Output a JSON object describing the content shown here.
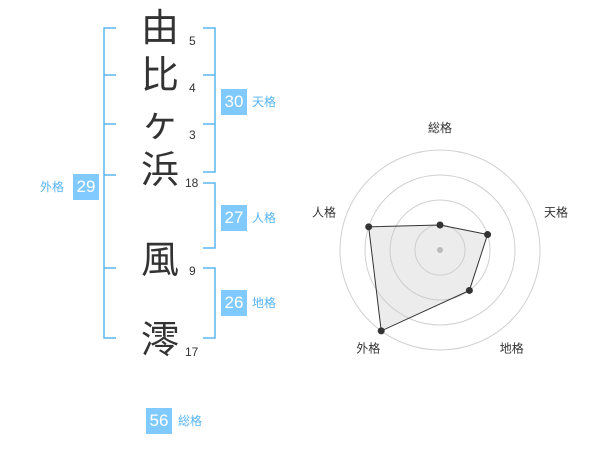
{
  "name": {
    "characters": [
      {
        "char": "由",
        "strokes": "5"
      },
      {
        "char": "比",
        "strokes": "4"
      },
      {
        "char": "ヶ",
        "strokes": "3"
      },
      {
        "char": "浜",
        "strokes": "18"
      },
      {
        "char": "風",
        "strokes": "9"
      },
      {
        "char": "澪",
        "strokes": "17"
      }
    ]
  },
  "fortune": {
    "tenkaku": {
      "value": "30",
      "label": "天格"
    },
    "jinkaku": {
      "value": "27",
      "label": "人格"
    },
    "chikaku": {
      "value": "26",
      "label": "地格"
    },
    "gaikaku": {
      "value": "29",
      "label": "外格"
    },
    "soukaku": {
      "value": "56",
      "label": "総格"
    }
  },
  "colors": {
    "accent": "#80caff",
    "accent_text": "#56b4f2",
    "bracket": "#5bb6f0"
  },
  "chart_data": {
    "type": "radar",
    "axes": [
      "総格",
      "天格",
      "地格",
      "外格",
      "人格"
    ],
    "values": [
      1,
      2,
      2,
      4,
      3
    ],
    "max": 4
  }
}
